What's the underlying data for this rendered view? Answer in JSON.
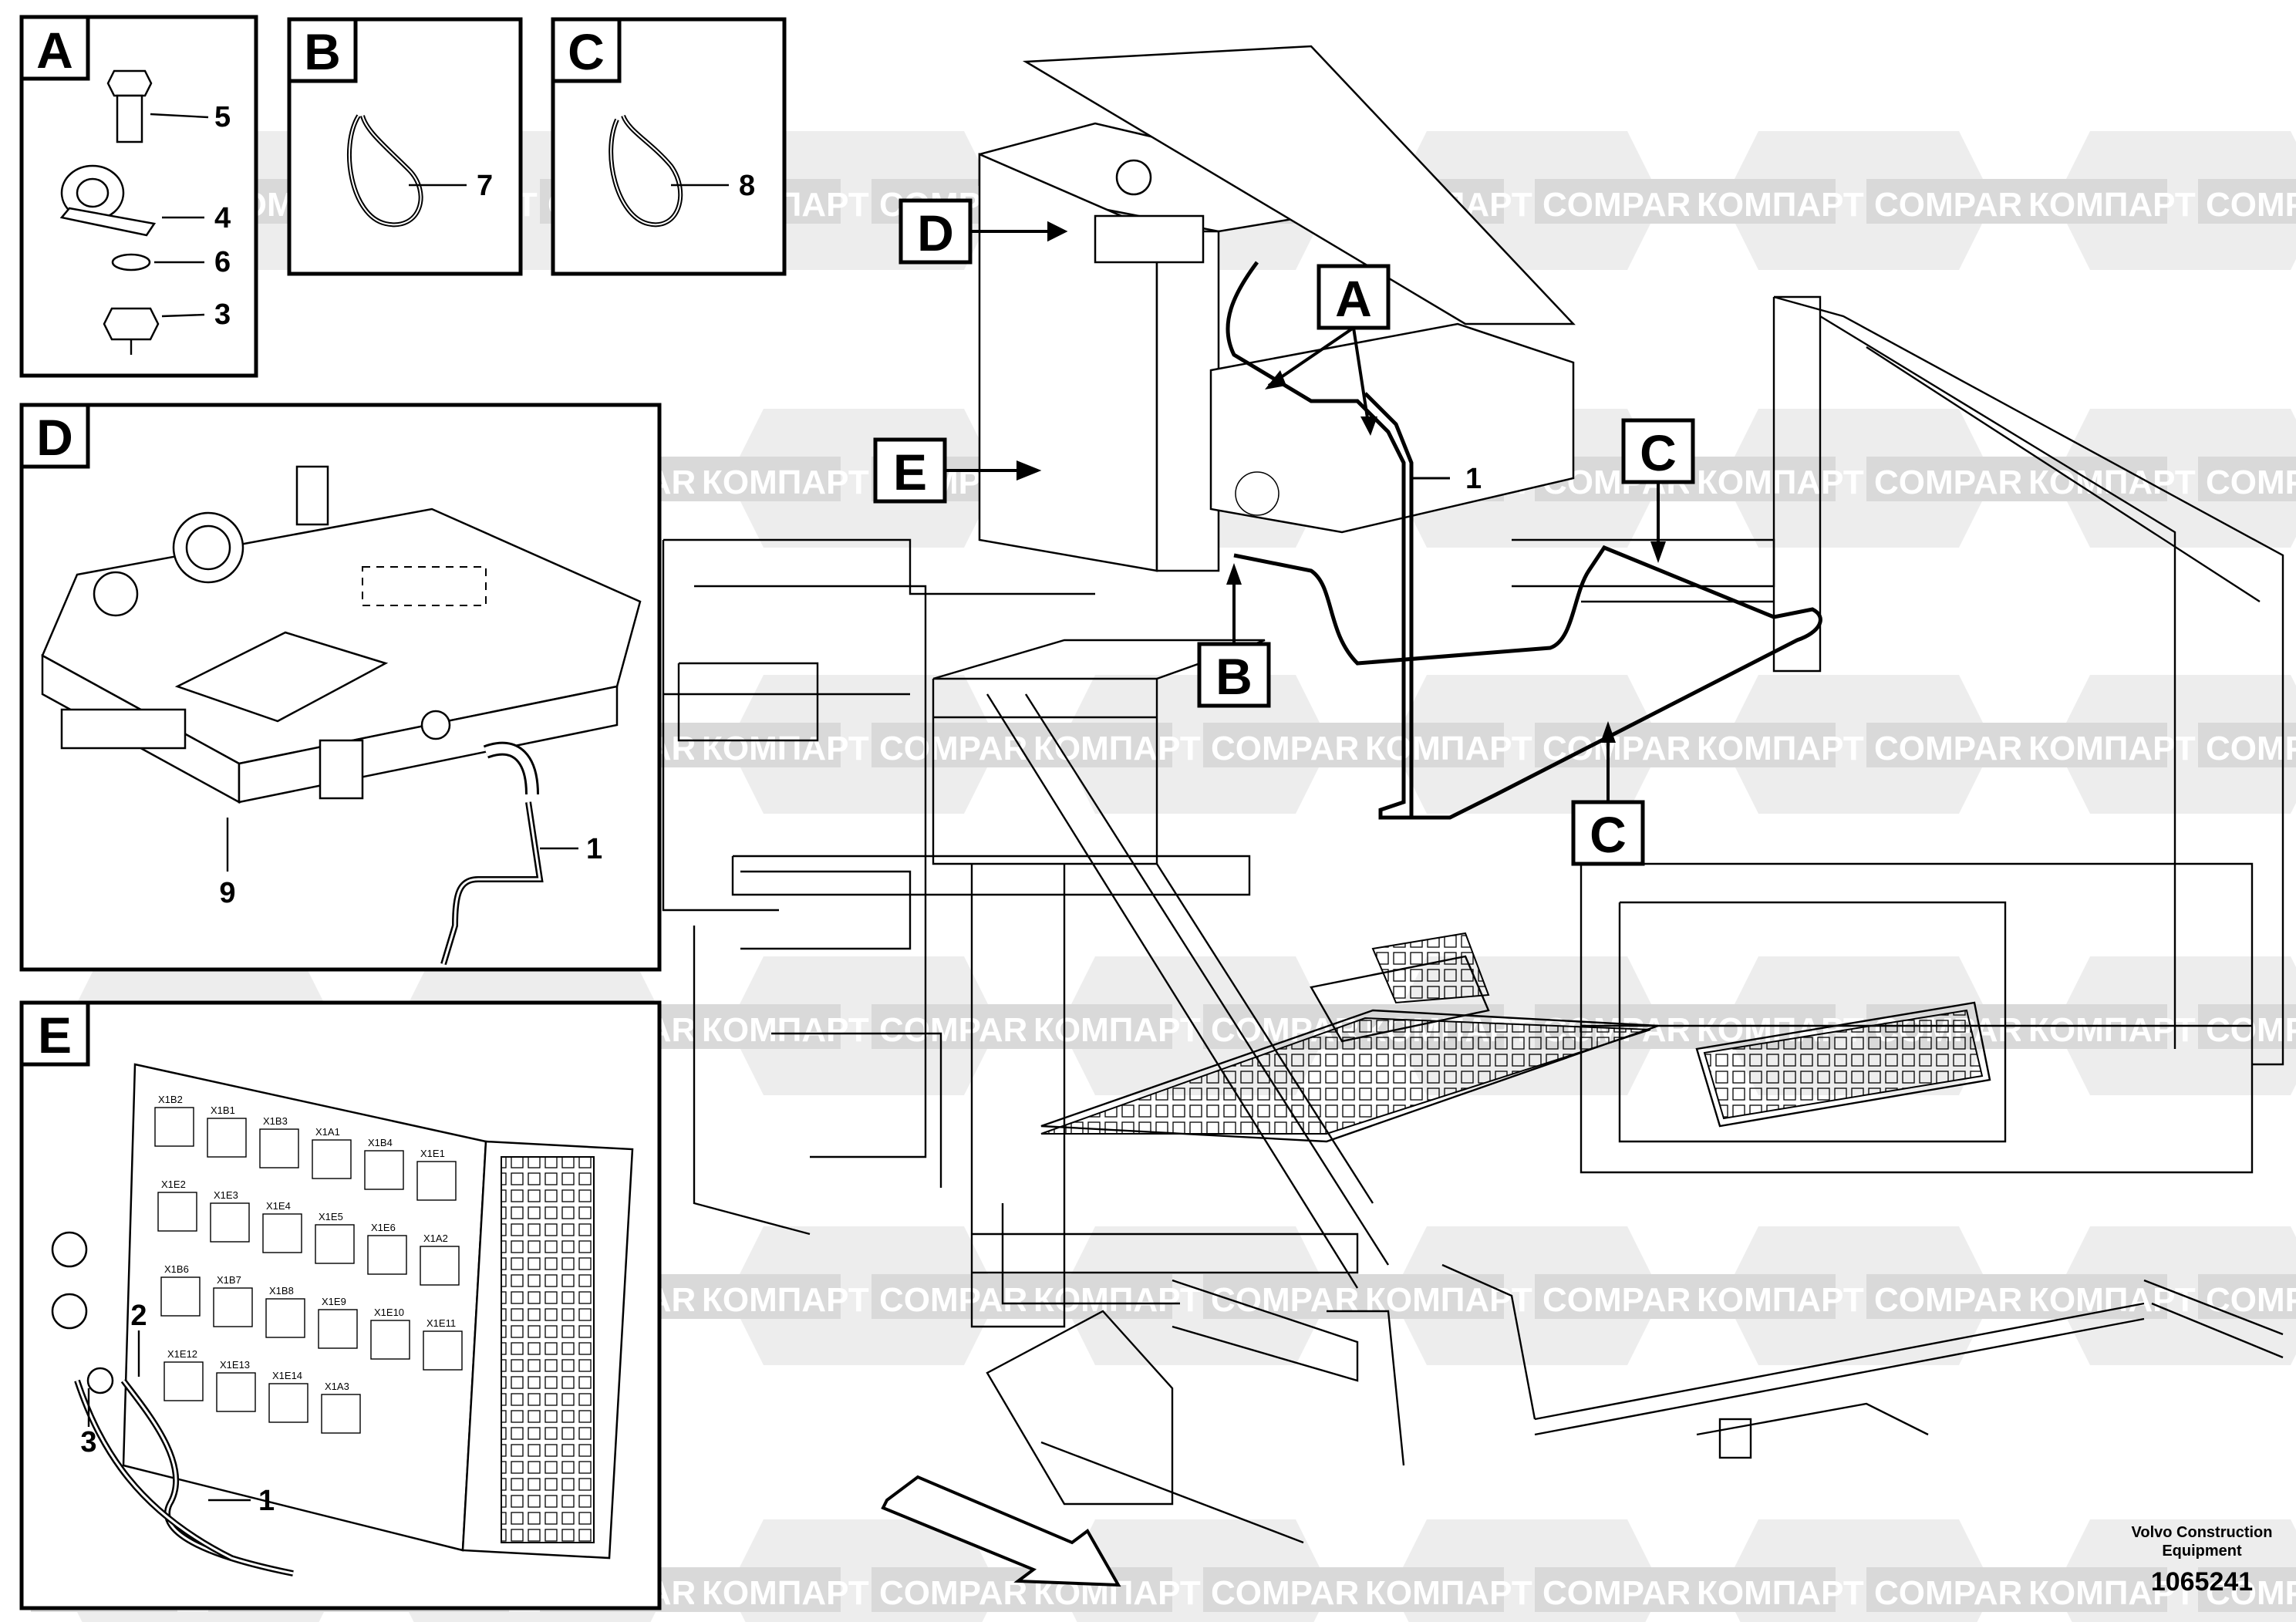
{
  "watermark": {
    "left_text": "КОМПАРТ",
    "right_text": "COMPART"
  },
  "detail_panels": {
    "A": {
      "letter": "A",
      "callouts": [
        "5",
        "4",
        "6",
        "3"
      ]
    },
    "B": {
      "letter": "B",
      "callouts": [
        "7"
      ]
    },
    "C": {
      "letter": "C",
      "callouts": [
        "8"
      ]
    },
    "D": {
      "letter": "D",
      "callouts": [
        "1",
        "9"
      ]
    },
    "E": {
      "letter": "E",
      "callouts": [
        "2",
        "3",
        "1"
      ]
    }
  },
  "main_view": {
    "callout_letters": {
      "D": "D",
      "E": "E",
      "A": "A",
      "B": "B",
      "C_upper": "C",
      "C_lower": "C"
    },
    "cable_callout": "1"
  },
  "board_labels": [
    "X1B2",
    "X1B1",
    "X1B3",
    "X1A1",
    "X1B4",
    "X1E1",
    "X1E2",
    "X1E3",
    "X1E4",
    "X1E5",
    "X1E6",
    "X1A2",
    "X1B6",
    "X1B7",
    "X1B8",
    "X1E9",
    "X1E10",
    "X1E11",
    "X1E12",
    "X1E13",
    "X1E14",
    "X1A3"
  ],
  "footer": {
    "company_line1": "Volvo Construction",
    "company_line2": "Equipment",
    "drawing_number": "1065241"
  }
}
